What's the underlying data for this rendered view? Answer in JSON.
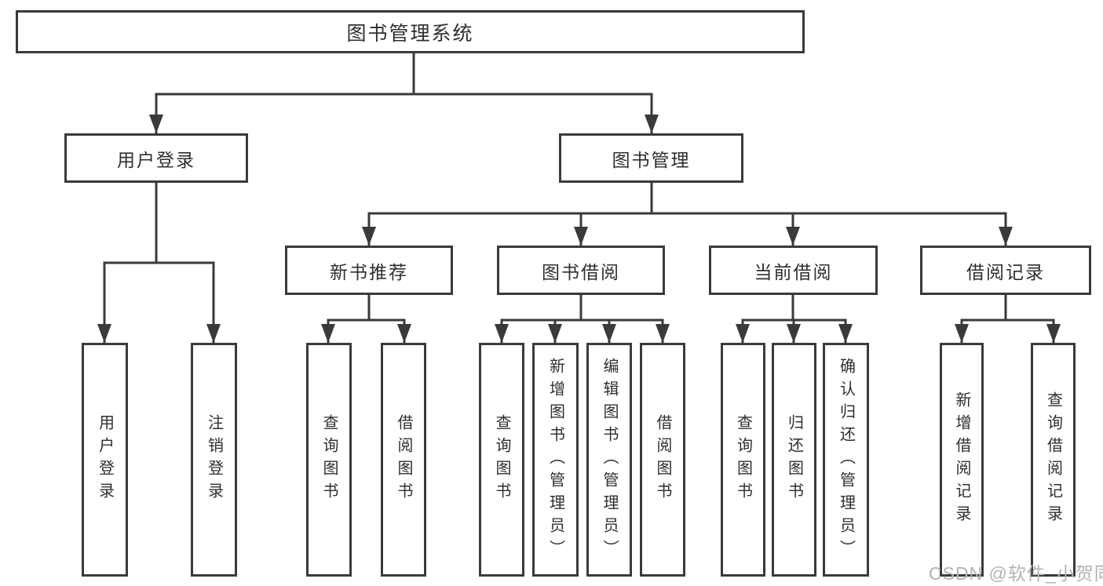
{
  "colors": {
    "line": "#3a3a3a",
    "text": "#2f2f2f",
    "box_fill": "#ffffff",
    "background": "#ffffff",
    "watermark": "#b3b3b3"
  },
  "watermark": {
    "text": "CSDN @软件_小贺同学"
  },
  "diagram": {
    "title": "图书管理系统",
    "branches": [
      {
        "label": "用户登录",
        "leaves": [
          {
            "label": "用户登录"
          },
          {
            "label": "注销登录"
          }
        ]
      },
      {
        "label": "图书管理",
        "children": [
          {
            "label": "新书推荐",
            "leaves": [
              {
                "label": "查询图书"
              },
              {
                "label": "借阅图书"
              }
            ]
          },
          {
            "label": "图书借阅",
            "leaves": [
              {
                "label": "查询图书"
              },
              {
                "label": "新增图书（管理员）"
              },
              {
                "label": "编辑图书（管理员）"
              },
              {
                "label": "借阅图书"
              }
            ]
          },
          {
            "label": "当前借阅",
            "leaves": [
              {
                "label": "查询图书"
              },
              {
                "label": "归还图书"
              },
              {
                "label": "确认归还（管理员）"
              }
            ]
          },
          {
            "label": "借阅记录",
            "leaves": [
              {
                "label": "新增借阅记录"
              },
              {
                "label": "查询借阅记录"
              }
            ]
          }
        ]
      }
    ]
  }
}
